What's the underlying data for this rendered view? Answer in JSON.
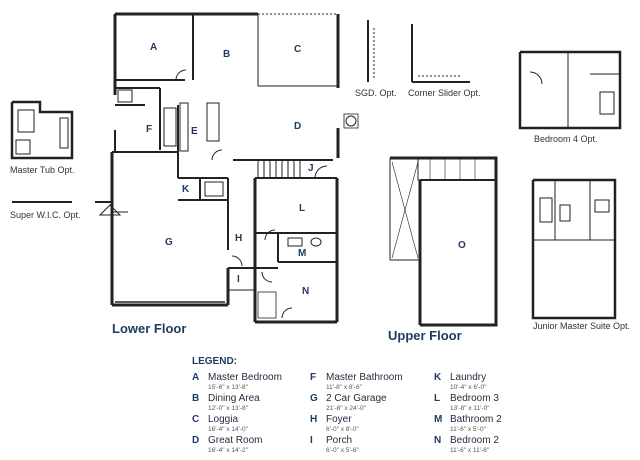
{
  "rooms": {
    "A": "A",
    "B": "B",
    "C": "C",
    "D": "D",
    "E": "E",
    "F": "F",
    "G": "G",
    "H": "H",
    "I": "I",
    "J": "J",
    "K": "K",
    "L": "L",
    "M": "M",
    "N": "N",
    "O": "O"
  },
  "options": {
    "master_tub": "Master Tub Opt.",
    "super_wic": "Super W.I.C. Opt.",
    "sgd": "SGD. Opt.",
    "corner_slider": "Corner Slider Opt.",
    "bedroom4": "Bedroom 4 Opt.",
    "junior_suite": "Junior Master Suite Opt."
  },
  "floors": {
    "lower": "Lower Floor",
    "upper": "Upper Floor"
  },
  "legend": {
    "title": "LEGEND:",
    "items": [
      {
        "key": "A",
        "name": "Master Bedroom",
        "dim": "15'-6\" x 13'-8\""
      },
      {
        "key": "B",
        "name": "Dining Area",
        "dim": "12'-0\" x 13'-8\""
      },
      {
        "key": "C",
        "name": "Loggia",
        "dim": "16'-4\" x 14'-0\""
      },
      {
        "key": "D",
        "name": "Great Room",
        "dim": "16'-4\" x 14'-2\""
      },
      {
        "key": "F",
        "name": "Master Bathroom",
        "dim": "11'-8\" x 8'-6\""
      },
      {
        "key": "G",
        "name": "2 Car Garage",
        "dim": "21'-8\" x 24'-0\""
      },
      {
        "key": "H",
        "name": "Foyer",
        "dim": "6'-0\" x 8'-0\""
      },
      {
        "key": "I",
        "name": "Porch",
        "dim": "6'-0\" x 5'-6\""
      },
      {
        "key": "K",
        "name": "Laundry",
        "dim": "10'-4\" x 6'-0\""
      },
      {
        "key": "L",
        "name": "Bedroom 3",
        "dim": "13'-8\" x 11'-0\""
      },
      {
        "key": "M",
        "name": "Bathroom 2",
        "dim": "11'-6\" x 5'-0\""
      },
      {
        "key": "N",
        "name": "Bedroom 2",
        "dim": "11'-6\" x 11'-8\""
      }
    ]
  }
}
